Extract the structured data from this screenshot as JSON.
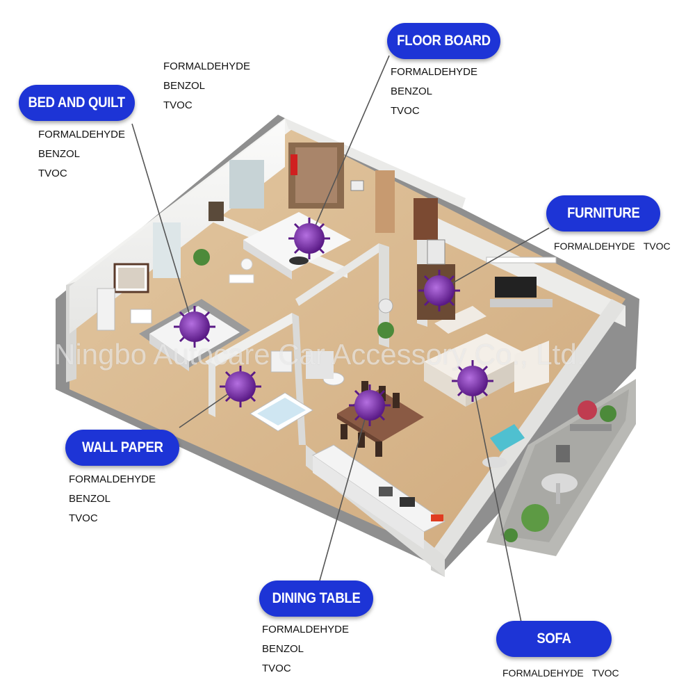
{
  "labels": {
    "floor_board": {
      "title": "FLOOR BOARD",
      "chemicals": [
        "FORMALDEHYDE",
        "BENZOL",
        "TVOC"
      ]
    },
    "top_left_block": {
      "chemicals": [
        "FORMALDEHYDE",
        "BENZOL",
        "TVOC"
      ]
    },
    "bed_and_quilt": {
      "title": "BED AND QUILT",
      "chemicals": [
        "FORMALDEHYDE",
        "BENZOL",
        "TVOC"
      ]
    },
    "furniture": {
      "title": "FURNITURE",
      "chemicals": [
        "FORMALDEHYDE",
        "TVOC"
      ]
    },
    "wall_paper": {
      "title": "WALL PAPER",
      "chemicals": [
        "FORMALDEHYDE",
        "BENZOL",
        "TVOC"
      ]
    },
    "dining_table": {
      "title": "DINING TABLE",
      "chemicals": [
        "FORMALDEHYDE",
        "BENZOL",
        "TVOC"
      ]
    },
    "sofa": {
      "title": "SOFA",
      "chemicals": [
        "FORMALDEHYDE",
        "TVOC"
      ]
    }
  },
  "watermark": "Ningbo Autocare Car Accessory Co., Ltd.",
  "colors": {
    "pill": "#1d34d6",
    "virus": "#7a2fa8",
    "floor": "#d9b990",
    "wall": "#f4f4f2"
  },
  "icons": [
    "virus-icon"
  ]
}
